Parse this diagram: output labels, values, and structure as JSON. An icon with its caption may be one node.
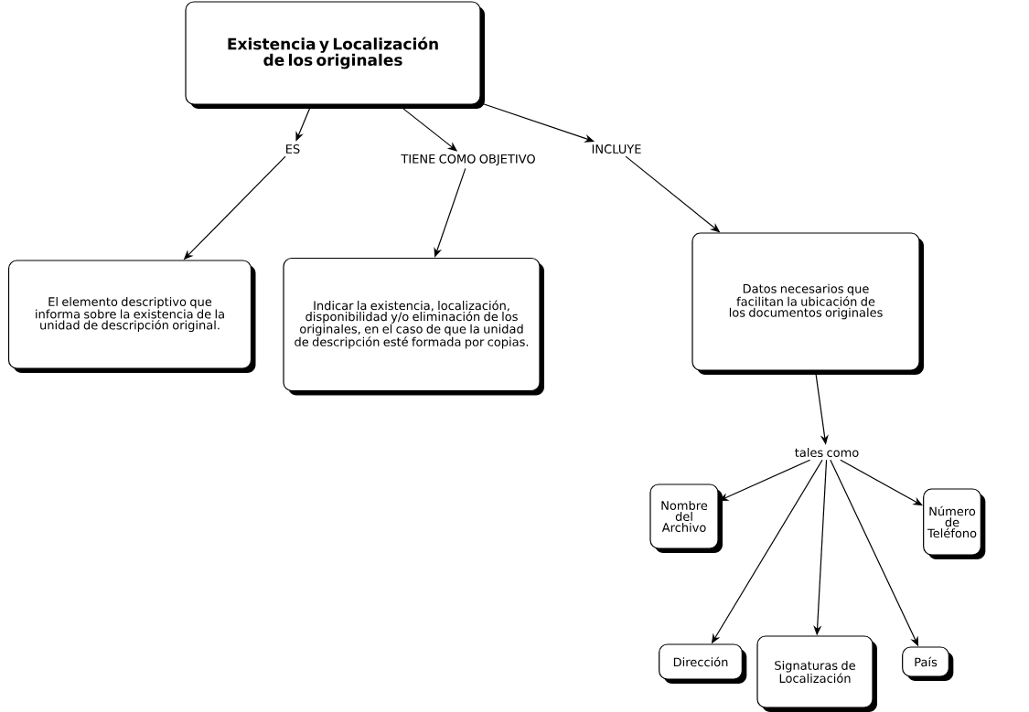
{
  "diagram": {
    "nodes": [
      {
        "text": [
          "Existencia y Localización de los originales"
        ]
      },
      {
        "text": [
          "ES"
        ]
      },
      {
        "text": [
          "TIENE COMO OBJETIVO"
        ]
      },
      {
        "text": [
          "INCLUYE"
        ]
      },
      {
        "text": [
          "El elemento descriptivo que informa sobre la existencia de la unidad de descripción original."
        ]
      },
      {
        "text": [
          "Indicar la existencia, localización, disponibilidad y/o eliminación de los originales, en el caso de que la unidad de descripción esté formada por copias."
        ]
      },
      {
        "text": [
          "Datos necesarios que facilitan la ubicación de los documentos originales"
        ]
      },
      {
        "text": [
          "tales como"
        ]
      },
      {
        "text": [
          "Nombre del Archivo"
        ]
      },
      {
        "text": [
          "Número de Teléfono"
        ]
      },
      {
        "text": [
          "Dirección"
        ]
      },
      {
        "text": [
          "País"
        ]
      },
      {
        "text": [
          "Signaturas de Localización"
        ]
      }
    ],
    "edges": [
      {
        "from": 0,
        "to": 1,
        "arrow": "to"
      },
      {
        "from": 0,
        "to": 2,
        "arrow": "to"
      },
      {
        "from": 0,
        "to": 3,
        "arrow": "to"
      },
      {
        "from": 1,
        "to": 4,
        "arrow": "to"
      },
      {
        "from": 2,
        "to": 5,
        "arrow": "to"
      },
      {
        "from": 3,
        "to": 6,
        "arrow": "to"
      },
      {
        "from": 6,
        "to": 7,
        "arrow": "to"
      },
      {
        "from": 7,
        "to": 8,
        "arrow": "to"
      },
      {
        "from": 7,
        "to": 9,
        "arrow": "to"
      },
      {
        "from": 7,
        "to": 10,
        "arrow": "to"
      },
      {
        "from": 7,
        "to": 11,
        "arrow": "to"
      },
      {
        "from": 7,
        "to": 12,
        "arrow": "to"
      }
    ]
  }
}
